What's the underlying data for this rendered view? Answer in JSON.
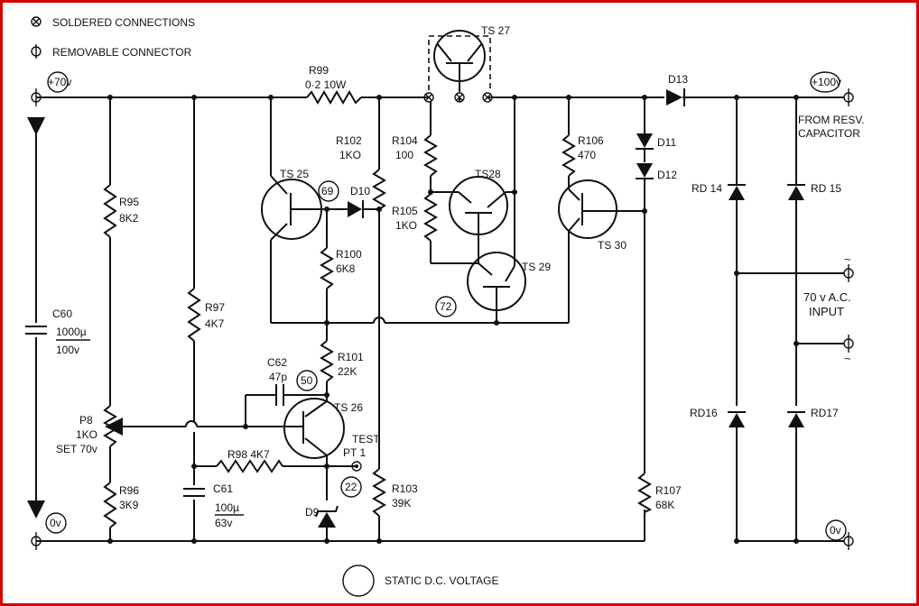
{
  "legend": {
    "soldered_symbol": "⊗",
    "soldered_label": "SOLDERED  CONNECTIONS",
    "removable_symbol": "Φ",
    "removable_label": "REMOVABLE  CONNECTOR",
    "static_label": "STATIC   D.C.  VOLTAGE"
  },
  "terminals": {
    "plus70": "+70v",
    "plus100": "+100v",
    "zero_left": "0v",
    "zero_right": "0v"
  },
  "labels": {
    "r99": "R99",
    "r99_val": "0·2  10W",
    "ts27": "TS 27",
    "d13": "D13",
    "from_resv_1": "FROM RESV.",
    "from_resv_2": "CAPACITOR",
    "r102": "R102",
    "r102_val": "1KO",
    "r104": "R104",
    "r104_val": "100",
    "r106": "R106",
    "r106_val": "470",
    "d11": "D11",
    "d12": "D12",
    "ts25": "TS 25",
    "v69": "69",
    "d10": "D10",
    "ts28": "TS28",
    "r105": "R105",
    "r105_val": "1KO",
    "ts30": "TS 30",
    "rd14": "RD 14",
    "rd15": "RD 15",
    "r95": "R95",
    "r95_val": "8K2",
    "r100": "R100",
    "r100_val": "6K8",
    "ts29": "TS 29",
    "v72": "72",
    "c60": "C60",
    "c60_val": "1000µ",
    "c60_v": "100v",
    "r97": "R97",
    "r97_val": "4K7",
    "ac_1": "70 v A.C.",
    "ac_2": "INPUT",
    "tilde_top": "~",
    "tilde_bot": "~",
    "r101": "R101",
    "r101_val": "22K",
    "c62": "C62",
    "c62_val": "47p",
    "v50": "50",
    "ts26": "TS 26",
    "p8": "P8",
    "p8_val": "1KO",
    "p8_set": "SET 70v",
    "test_1": "TEST",
    "test_2": "PT 1",
    "r98": "R98  4K7",
    "rd16": "RD16",
    "rd17": "RD17",
    "c61": "C61",
    "c61_val": "100µ",
    "c61_v": "63v",
    "v22": "22",
    "r103": "R103",
    "r103_val": "39K",
    "r107": "R107",
    "r107_val": "68K",
    "r96": "R96",
    "r96_val": "3K9",
    "d9": "D9"
  }
}
